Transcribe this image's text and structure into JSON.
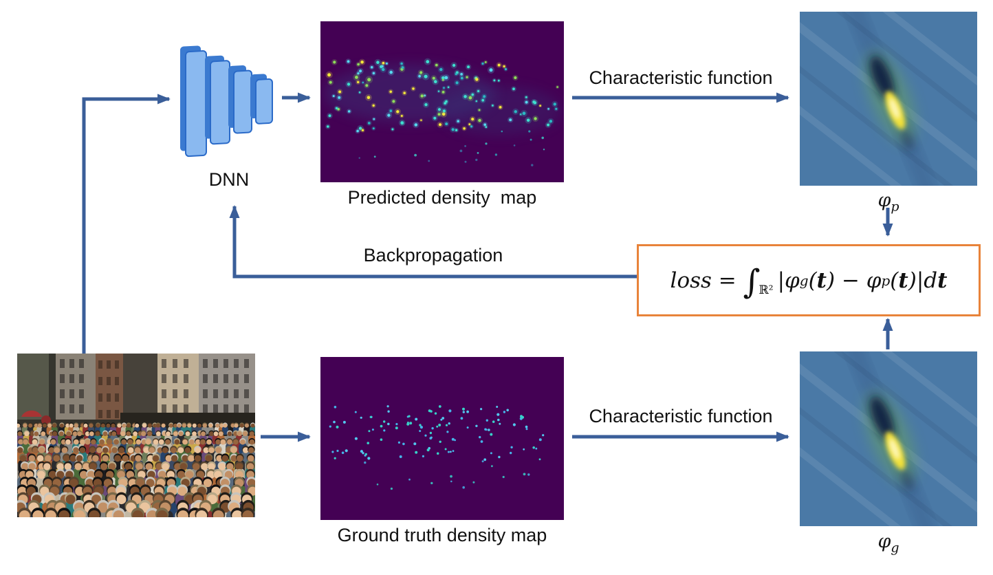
{
  "labels": {
    "dnn": "DNN",
    "predicted_map": "Predicted density  map",
    "ground_truth_map": "Ground truth density map",
    "characteristic_function_top": "Characteristic function",
    "characteristic_function_bottom": "Characteristic function",
    "backpropagation": "Backpropagation",
    "phi": "φ",
    "phi_p_sub": "p",
    "phi_g_sub": "g"
  },
  "formula": {
    "loss": "loss",
    "equals": " = ",
    "integral": "∫",
    "domain": "ℝ²",
    "abs_phi": "|φ",
    "sub_g": "g",
    "open1": "(",
    "t1": "t",
    "close_minus_phi": ") − φ",
    "sub_p": "p",
    "open2": "(",
    "t2": "t",
    "close_abs_d": ")|d",
    "t3": "t"
  },
  "colors": {
    "arrow": "#3a5e99",
    "loss_box_border": "#e8833a",
    "density_background": "#440154",
    "char_background": "#4a79a6",
    "dnn_light": "#8ab9f0",
    "dnn_dark": "#3b7ad0",
    "dnn_stroke": "#2a6ac8"
  }
}
